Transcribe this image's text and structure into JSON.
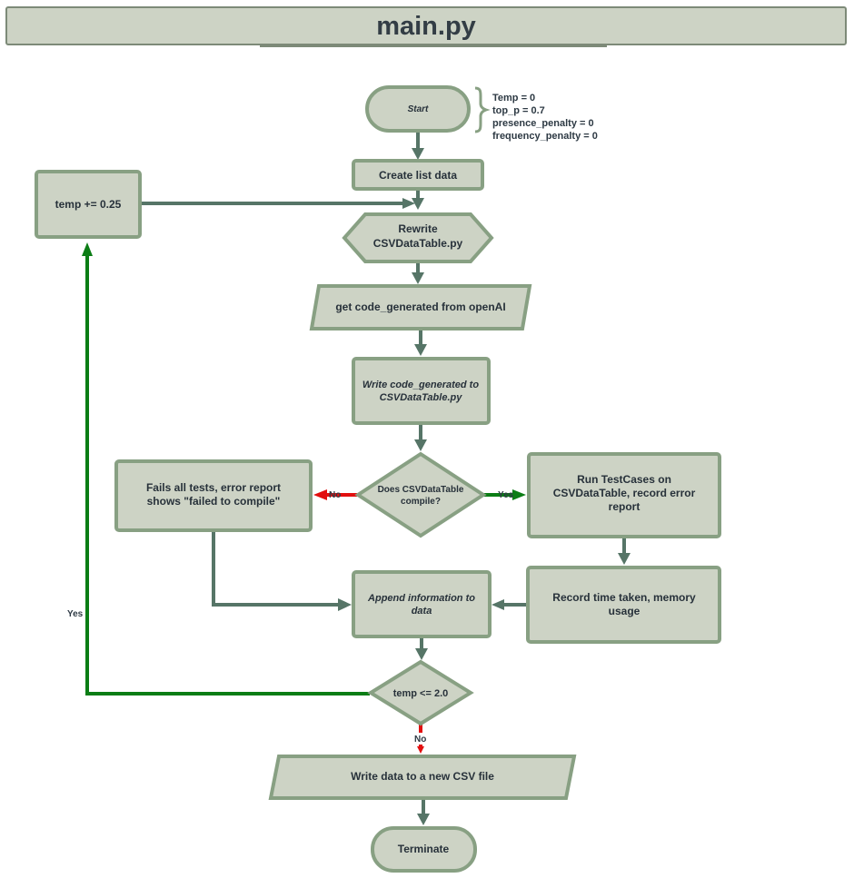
{
  "title": "main.py",
  "params": [
    "Temp = 0",
    "top_p = 0.7",
    "presence_penalty = 0",
    "frequency_penalty = 0"
  ],
  "nodes": {
    "start": "Start",
    "create_list": "Create list data",
    "rewrite": [
      "Rewrite",
      "CSVDataTable.py"
    ],
    "get_code": "get code_generated from openAI",
    "write_code": [
      "Write code_generated to",
      "CSVDataTable.py"
    ],
    "compile_check": [
      "Does CSVDataTable",
      "compile?"
    ],
    "fails_all": [
      "Fails all tests, error report",
      "shows \"failed to compile\""
    ],
    "run_tests": [
      "Run TestCases on",
      "CSVDataTable, record error",
      "report"
    ],
    "record_time": [
      "Record time taken, memory",
      "usage"
    ],
    "append_info": [
      "Append information to",
      "data"
    ],
    "temp_check": "temp <= 2.0",
    "temp_increment": "temp += 0.25",
    "write_csv": "Write data to a new CSV file",
    "terminate": "Terminate"
  },
  "edge_labels": {
    "compile_no": "No",
    "compile_yes": "Yes",
    "temp_yes": "Yes",
    "temp_no": "No"
  },
  "colors": {
    "node_fill": "#cdd3c5",
    "node_border": "#88a083",
    "flow": "#567567",
    "yes": "#0b7d15",
    "no": "#e20f0f",
    "text": "#27313a"
  }
}
